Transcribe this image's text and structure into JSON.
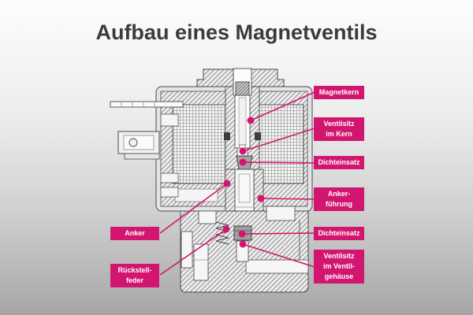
{
  "title": "Aufbau eines Magnetventils",
  "colors": {
    "accent": "#d2166f",
    "background_top": "#fdfdfd",
    "background_bottom": "#a6a6a6",
    "title_text": "#3b3b3b"
  },
  "diagram": {
    "callouts": [
      {
        "id": "magnetkern",
        "lines": [
          "Magnetkern"
        ]
      },
      {
        "id": "ventilsitz-im-kern",
        "lines": [
          "Ventilsitz",
          "im Kern"
        ]
      },
      {
        "id": "dichteinsatz-oben",
        "lines": [
          "Dichteinsatz"
        ]
      },
      {
        "id": "ankerfuehrung",
        "lines": [
          "Anker-",
          "führung"
        ]
      },
      {
        "id": "dichteinsatz-unten",
        "lines": [
          "Dichteinsatz"
        ]
      },
      {
        "id": "ventilsitz-im-ventilgehaeuse",
        "lines": [
          "Ventilsitz",
          "im Ventil-",
          "gehäuse"
        ]
      },
      {
        "id": "anker",
        "lines": [
          "Anker"
        ]
      },
      {
        "id": "rueckstellfeder",
        "lines": [
          "Rückstell-",
          "feder"
        ]
      }
    ]
  }
}
